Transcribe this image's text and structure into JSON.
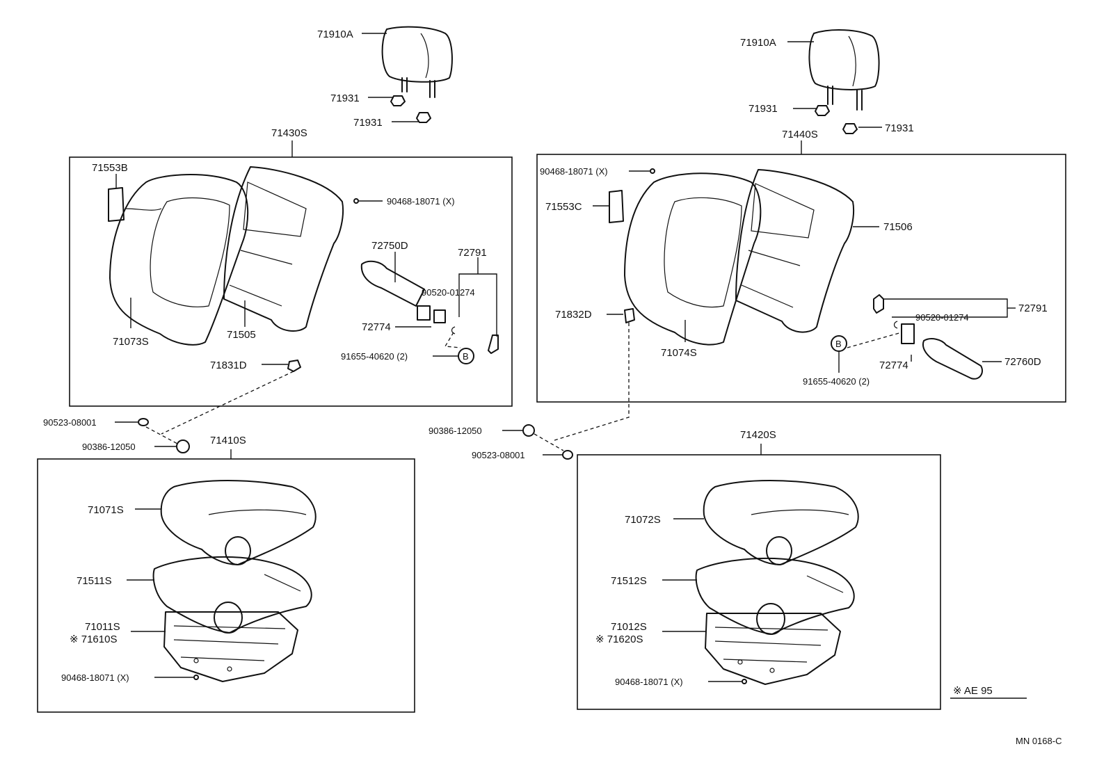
{
  "labels": {
    "headrest_l": "71910A",
    "guide_l1": "71931",
    "guide_l2": "71931",
    "back_assy_l": "71430S",
    "emblem_l": "71553B",
    "screw_l_top": "90468-18071 (X)",
    "back_cover_l": "71073S",
    "back_frame_l": "71505",
    "adj_l": "72750D",
    "set_l": "72791",
    "washer_l": "90520-01274",
    "spring_l": "72774",
    "bolt_l": "91655-40620 (2)",
    "hinge_cover_l": "71831D",
    "washer_mid_l": "90523-08001",
    "nut_mid_l": "90386-12050",
    "cushion_assy_l": "71410S",
    "cushion_cover_l": "71071S",
    "cushion_frame_l": "71511S",
    "track_l1": "71011S",
    "track_l2": "※ 71610S",
    "screw_l_bot": "90468-18071 (X)",
    "headrest_r": "71910A",
    "guide_r1": "71931",
    "guide_r2": "71931",
    "back_assy_r": "71440S",
    "screw_r_top": "90468-18071 (X)",
    "emblem_r": "71553C",
    "back_frame_r": "71506",
    "hinge_cover_r": "71832D",
    "back_cover_r": "71074S",
    "set_r": "72791",
    "washer_r": "90520-01274",
    "spring_r": "72774",
    "adj_r": "72760D",
    "bolt_r": "91655-40620 (2)",
    "nut_mid_r": "90386-12050",
    "washer_mid_r": "90523-08001",
    "cushion_assy_r": "71420S",
    "cushion_cover_r": "71072S",
    "cushion_frame_r": "71512S",
    "track_r1": "71012S",
    "track_r2": "※ 71620S",
    "screw_r_bot": "90468-18071 (X)",
    "ref_b_l": "B",
    "ref_b_r": "B",
    "note": "※  AE  95",
    "diagram_code": "MN  0168-C"
  }
}
